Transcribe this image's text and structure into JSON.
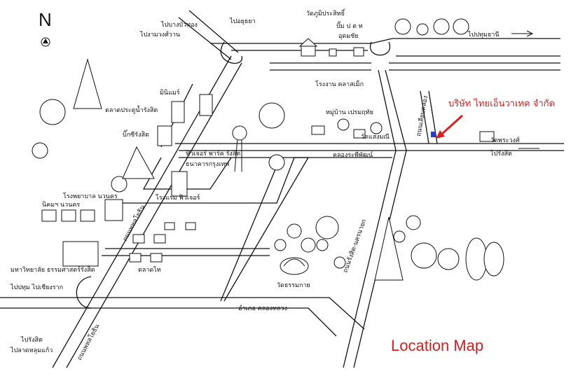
{
  "map": {
    "title": "Location Map",
    "north": "N",
    "company": "บริษัท ไทยเอ็นวาเทค จำกัด",
    "colors": {
      "accent": "#d62020",
      "marker": "#1a3fd6",
      "ink": "#111111"
    },
    "labels": {
      "to_pathum_bangkhwang": "ไปบางบัวทอง",
      "to_ngam_wong": "ไปงามวงศ์วาน",
      "to_ayutthaya": "ไปอยุธยา",
      "to_bangpho": "ไปปทุมธานี",
      "wat_phuet": "วัดภูมิประสิทธิ์",
      "gas_station": "ปั๊ม ป ต ท",
      "village_sign": "อุดมชัย",
      "school_klong": "โรงงาน คลาสเม็ก",
      "village_prasert": "หมู่บ้าน เปรมฤทัย",
      "wat_bangyai": "วัดแสงมณี",
      "canal_rangsit": "คลองระพีพัฒน์",
      "wat_phra": "วัดพระวงศ์",
      "to_ladlumkaeo": "ไปรังสิต",
      "mini_mart": "มินิแมร์",
      "market": "ตลาดประตูน้ำรังสิต",
      "big_c": "บิ๊กซีรังสิต",
      "future_park": "ฟิวเจอร์ พาร์ค รังสิต",
      "bank": "ธนาคารกรุงเทพ",
      "factory_mall": "โรงแรม ฟิวเจอร์",
      "hospital": "โรงพยาบาล นวนคร",
      "niko": "นิคมฯ นวนคร",
      "university": "มหาวิทยาลัย ธรรมศาสตร์รังสิต",
      "talad_thai": "ตลาดไท",
      "to_pathumthani_city": "ไปปทุม ไปเชียงราก",
      "wat_thammakai": "วัดธรรมกาย",
      "amphoe": "อำเภอ คลองหลวง",
      "to_lat_lum": "ไปรังสิต",
      "to_chiang_mai": "ไปลาดหลุมแก้ว",
      "hwy_phahon": "ถนนพหลโยธิน",
      "hwy_phahon_2": "ถนนพหลโยธิน",
      "road_khlong_luang": "ถนนรังสิต-นครนายก",
      "road_soi": "ถนนเลียบคลอง",
      "to_pathum_right": "ไปปทุมธานี",
      "to_pathum_right_2": "ไปรังสิต"
    }
  }
}
